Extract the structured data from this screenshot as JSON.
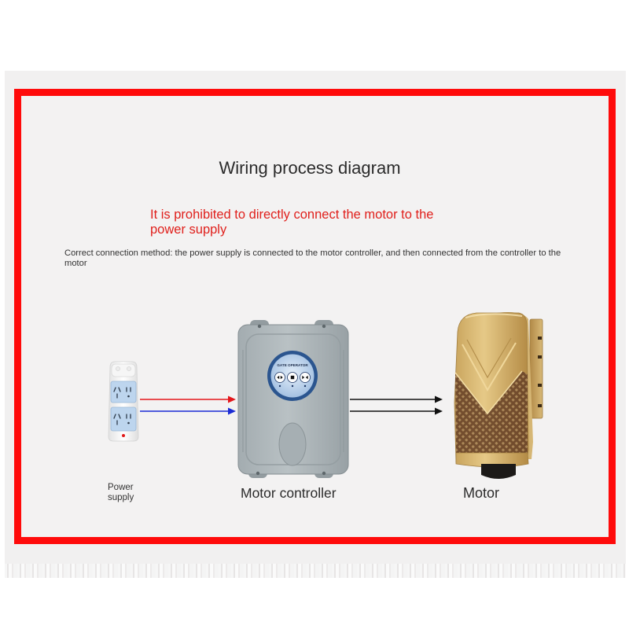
{
  "diagram": {
    "title": "Wiring process diagram",
    "warning": "It is prohibited to directly connect the motor to the power supply",
    "note": "Correct connection method: the power supply is connected to the motor controller, and then connected from the controller to the motor",
    "power_supply": {
      "label": "Power supply",
      "icon": "power-strip-icon",
      "wires_out": [
        "#e4161b",
        "#1b2bd4"
      ]
    },
    "motor_controller": {
      "label": "Motor controller",
      "device_text": "GATE OPERATOR",
      "icon": "motor-controller-icon",
      "buttons": [
        "left-right-arrows-icon",
        "stop-icon",
        "right-left-arrows-icon"
      ],
      "wires_out": [
        "#111111",
        "#111111"
      ]
    },
    "motor": {
      "label": "Motor",
      "icon": "gate-motor-icon"
    }
  },
  "colors": {
    "frame": "#ff0b0b",
    "warning": "#e0201c",
    "panel": "#f3f2f2",
    "text": "#2e2e2e"
  }
}
